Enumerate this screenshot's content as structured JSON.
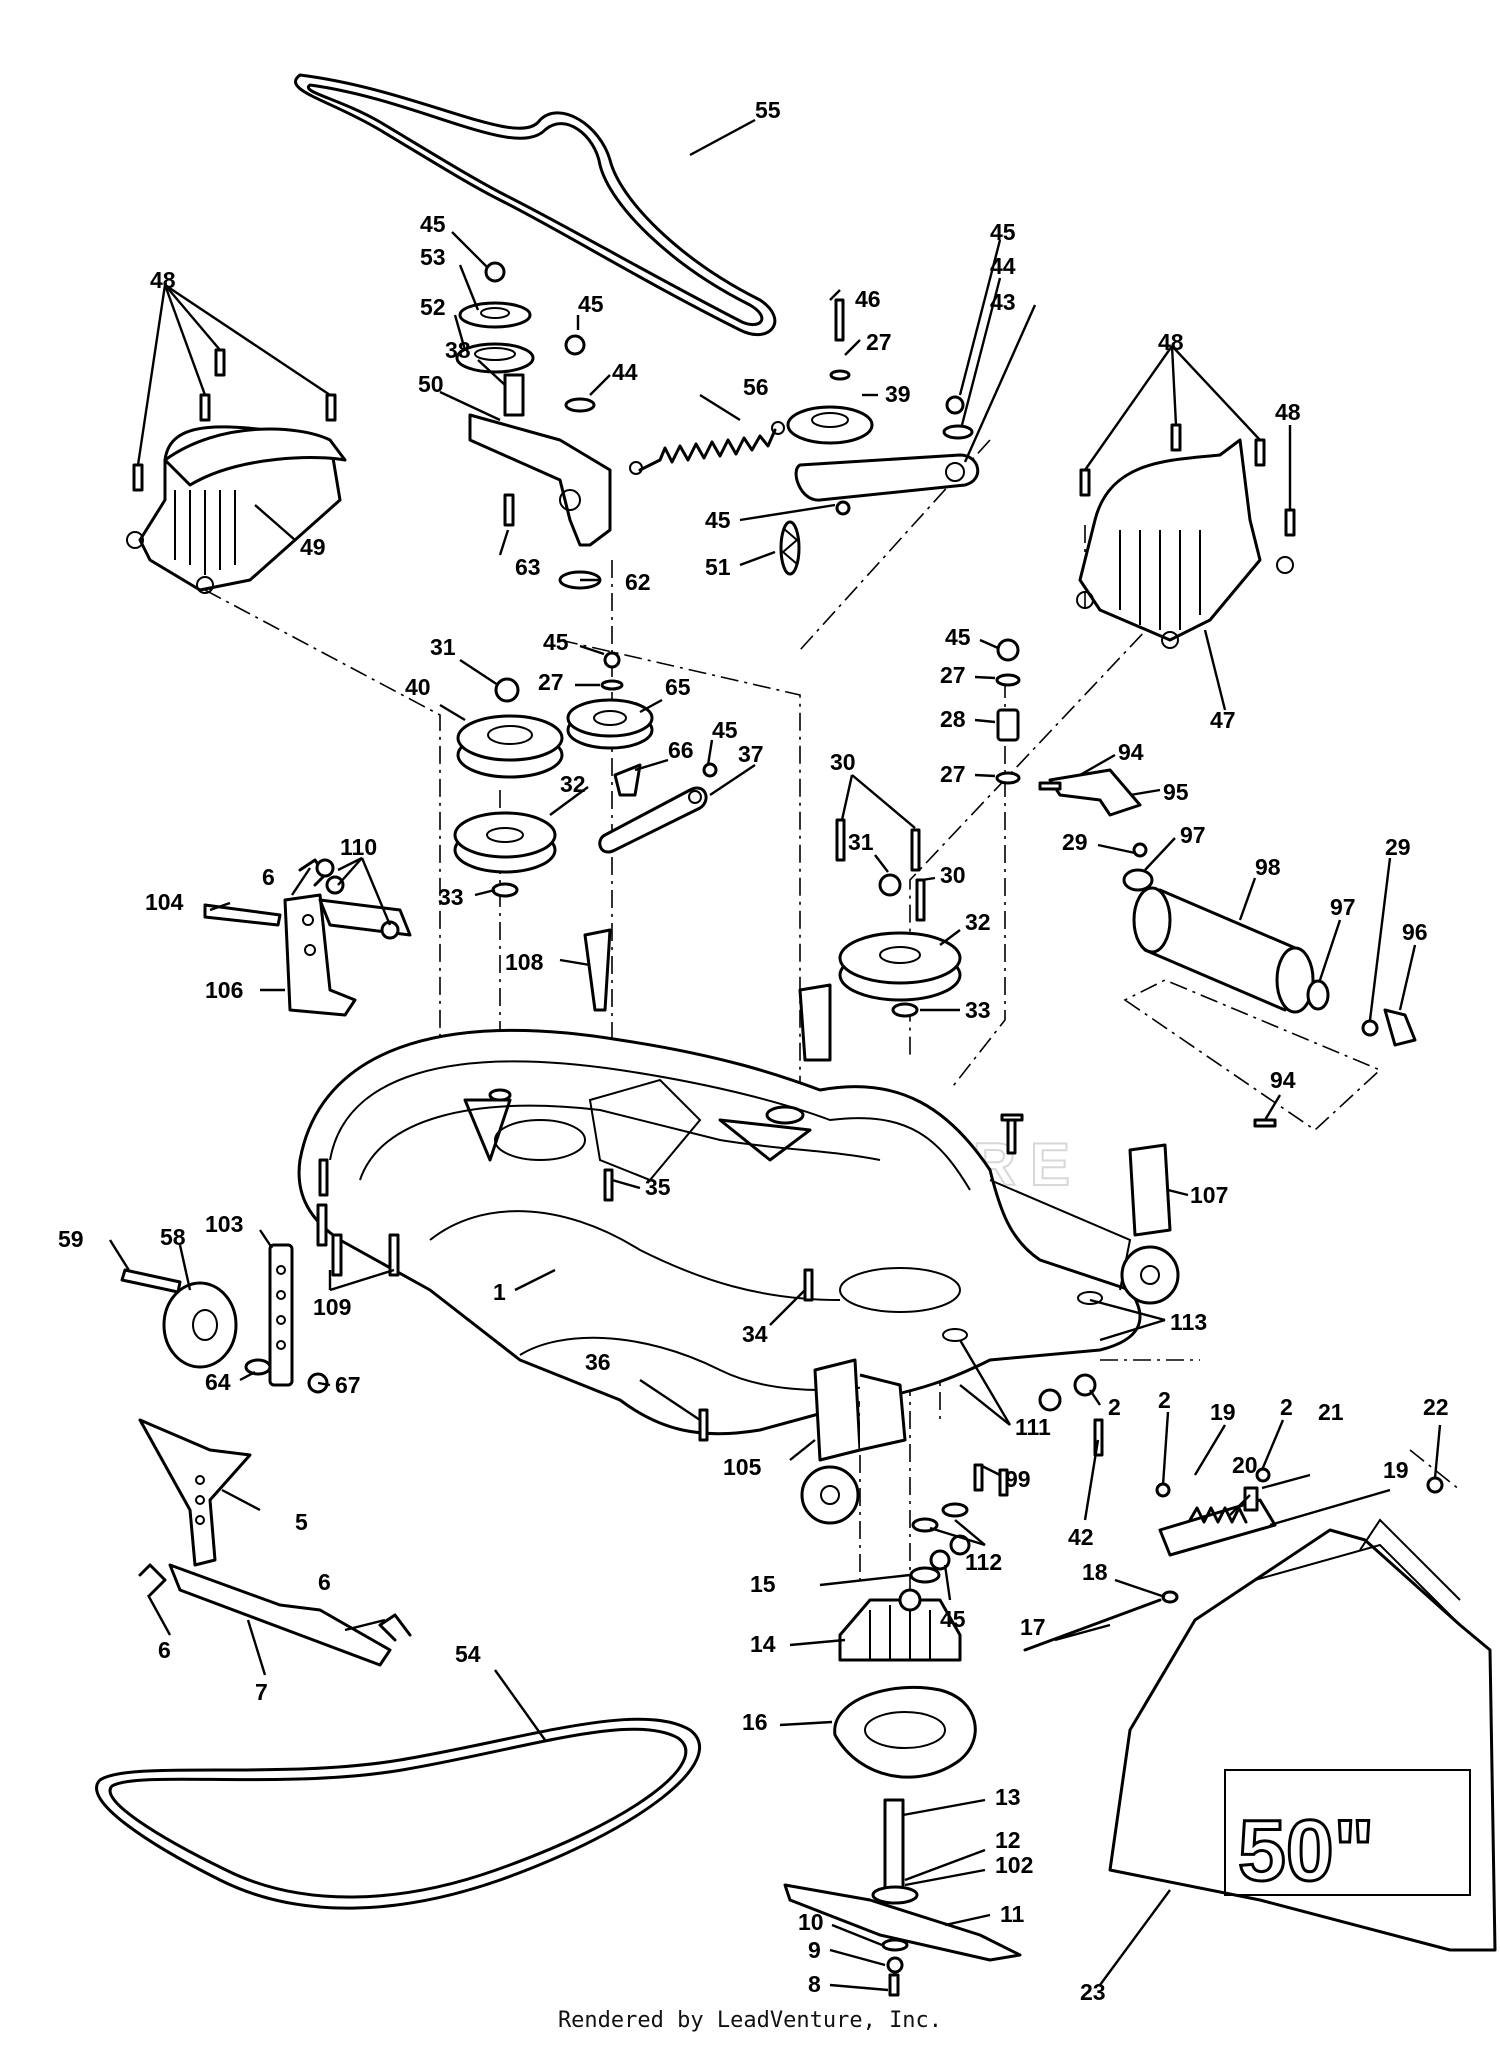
{
  "figure": {
    "credit": "Rendered by LeadVenture, Inc.",
    "watermark": "LEADVENTURE",
    "shield_label": "50\""
  },
  "callouts": [
    {
      "id": "55",
      "label": "55"
    },
    {
      "id": "45a",
      "label": "45"
    },
    {
      "id": "53",
      "label": "53"
    },
    {
      "id": "52",
      "label": "52"
    },
    {
      "id": "38",
      "label": "38"
    },
    {
      "id": "50",
      "label": "50"
    },
    {
      "id": "45b",
      "label": "45"
    },
    {
      "id": "44a",
      "label": "44"
    },
    {
      "id": "63",
      "label": "63"
    },
    {
      "id": "62",
      "label": "62"
    },
    {
      "id": "56",
      "label": "56"
    },
    {
      "id": "46",
      "label": "46"
    },
    {
      "id": "27a",
      "label": "27"
    },
    {
      "id": "39",
      "label": "39"
    },
    {
      "id": "45c",
      "label": "45"
    },
    {
      "id": "44b",
      "label": "44"
    },
    {
      "id": "43",
      "label": "43"
    },
    {
      "id": "45d",
      "label": "45"
    },
    {
      "id": "51",
      "label": "51"
    },
    {
      "id": "48a",
      "label": "48"
    },
    {
      "id": "49",
      "label": "49"
    },
    {
      "id": "48b",
      "label": "48"
    },
    {
      "id": "48c",
      "label": "48"
    },
    {
      "id": "47",
      "label": "47"
    },
    {
      "id": "31a",
      "label": "31"
    },
    {
      "id": "40",
      "label": "40"
    },
    {
      "id": "45e",
      "label": "45"
    },
    {
      "id": "27b",
      "label": "27"
    },
    {
      "id": "65",
      "label": "65"
    },
    {
      "id": "45f",
      "label": "45"
    },
    {
      "id": "37",
      "label": "37"
    },
    {
      "id": "66",
      "label": "66"
    },
    {
      "id": "32a",
      "label": "32"
    },
    {
      "id": "33a",
      "label": "33"
    },
    {
      "id": "45g",
      "label": "45"
    },
    {
      "id": "27c",
      "label": "27"
    },
    {
      "id": "28",
      "label": "28"
    },
    {
      "id": "27d",
      "label": "27"
    },
    {
      "id": "94a",
      "label": "94"
    },
    {
      "id": "95",
      "label": "95"
    },
    {
      "id": "29a",
      "label": "29"
    },
    {
      "id": "97a",
      "label": "97"
    },
    {
      "id": "98",
      "label": "98"
    },
    {
      "id": "29b",
      "label": "29"
    },
    {
      "id": "97b",
      "label": "97"
    },
    {
      "id": "96",
      "label": "96"
    },
    {
      "id": "30a",
      "label": "30"
    },
    {
      "id": "31b",
      "label": "31"
    },
    {
      "id": "30b",
      "label": "30"
    },
    {
      "id": "32b",
      "label": "32"
    },
    {
      "id": "33b",
      "label": "33"
    },
    {
      "id": "110",
      "label": "110"
    },
    {
      "id": "6a",
      "label": "6"
    },
    {
      "id": "104",
      "label": "104"
    },
    {
      "id": "106",
      "label": "106"
    },
    {
      "id": "108",
      "label": "108"
    },
    {
      "id": "94b",
      "label": "94"
    },
    {
      "id": "107",
      "label": "107"
    },
    {
      "id": "35",
      "label": "35"
    },
    {
      "id": "59",
      "label": "59"
    },
    {
      "id": "58",
      "label": "58"
    },
    {
      "id": "103",
      "label": "103"
    },
    {
      "id": "109",
      "label": "109"
    },
    {
      "id": "1",
      "label": "1"
    },
    {
      "id": "64",
      "label": "64"
    },
    {
      "id": "67",
      "label": "67"
    },
    {
      "id": "34",
      "label": "34"
    },
    {
      "id": "113",
      "label": "113"
    },
    {
      "id": "36",
      "label": "36"
    },
    {
      "id": "2a",
      "label": "2"
    },
    {
      "id": "111",
      "label": "111"
    },
    {
      "id": "105",
      "label": "105"
    },
    {
      "id": "99",
      "label": "99"
    },
    {
      "id": "42",
      "label": "42"
    },
    {
      "id": "2b",
      "label": "2"
    },
    {
      "id": "19a",
      "label": "19"
    },
    {
      "id": "2c",
      "label": "2"
    },
    {
      "id": "21",
      "label": "21"
    },
    {
      "id": "22",
      "label": "22"
    },
    {
      "id": "20",
      "label": "20"
    },
    {
      "id": "19b",
      "label": "19"
    },
    {
      "id": "5",
      "label": "5"
    },
    {
      "id": "6b",
      "label": "6"
    },
    {
      "id": "6c",
      "label": "6"
    },
    {
      "id": "7",
      "label": "7"
    },
    {
      "id": "112",
      "label": "112"
    },
    {
      "id": "15",
      "label": "15"
    },
    {
      "id": "45h",
      "label": "45"
    },
    {
      "id": "14",
      "label": "14"
    },
    {
      "id": "54",
      "label": "54"
    },
    {
      "id": "18",
      "label": "18"
    },
    {
      "id": "17",
      "label": "17"
    },
    {
      "id": "16",
      "label": "16"
    },
    {
      "id": "13",
      "label": "13"
    },
    {
      "id": "12",
      "label": "12"
    },
    {
      "id": "102",
      "label": "102"
    },
    {
      "id": "11",
      "label": "11"
    },
    {
      "id": "10",
      "label": "10"
    },
    {
      "id": "9",
      "label": "9"
    },
    {
      "id": "8",
      "label": "8"
    },
    {
      "id": "23",
      "label": "23"
    }
  ]
}
